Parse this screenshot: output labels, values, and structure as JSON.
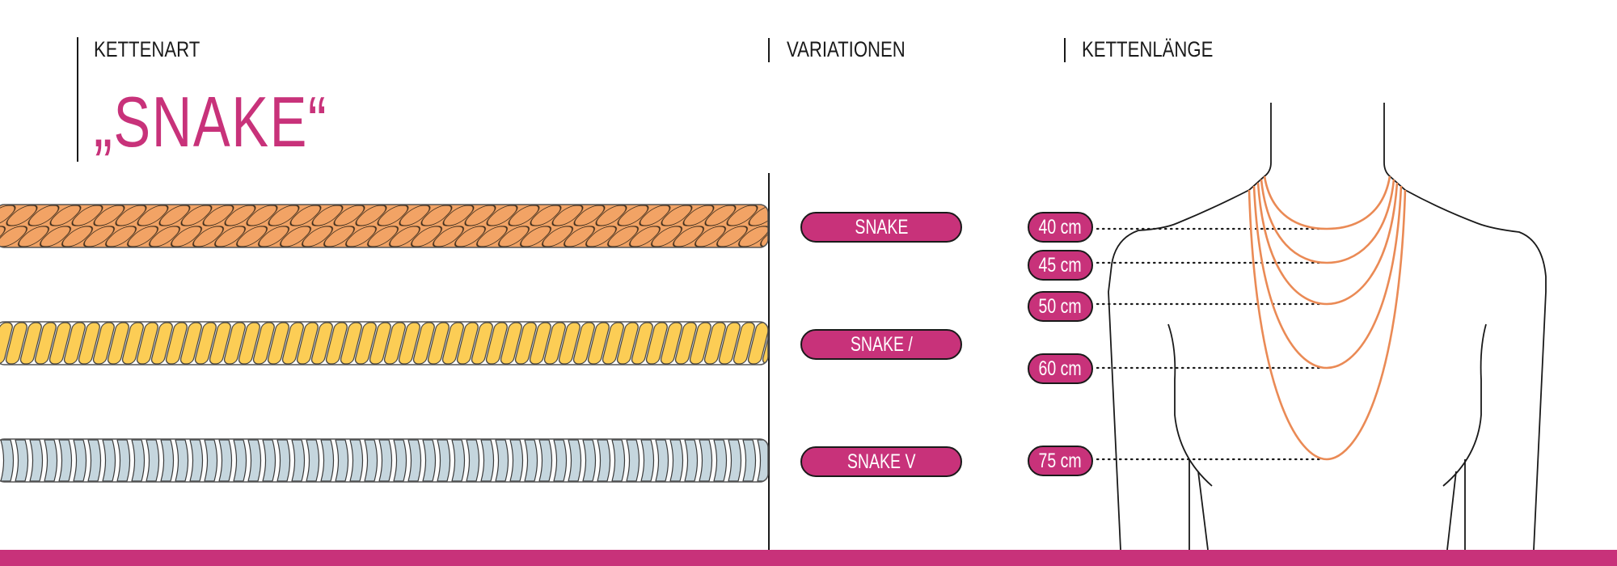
{
  "header": {
    "chain_type_label": "KETTENART",
    "chain_type_name": "„SNAKE“",
    "variations_label": "VARIATIONEN",
    "length_label": "KETTENLÄNGE"
  },
  "variations": [
    {
      "label": "SNAKE",
      "color": "#F2A365"
    },
    {
      "label": "SNAKE /",
      "color": "#FCCD55"
    },
    {
      "label": "SNAKE V",
      "color": "#C5D6DE"
    }
  ],
  "lengths": [
    {
      "label": "40 cm",
      "value_cm": 40
    },
    {
      "label": "45 cm",
      "value_cm": 45
    },
    {
      "label": "50 cm",
      "value_cm": 50
    },
    {
      "label": "60 cm",
      "value_cm": 60
    },
    {
      "label": "75 cm",
      "value_cm": 75
    }
  ],
  "colors": {
    "accent": "#C8327A",
    "necklace": "#EA8A55",
    "outline": "#1A1A1A"
  }
}
